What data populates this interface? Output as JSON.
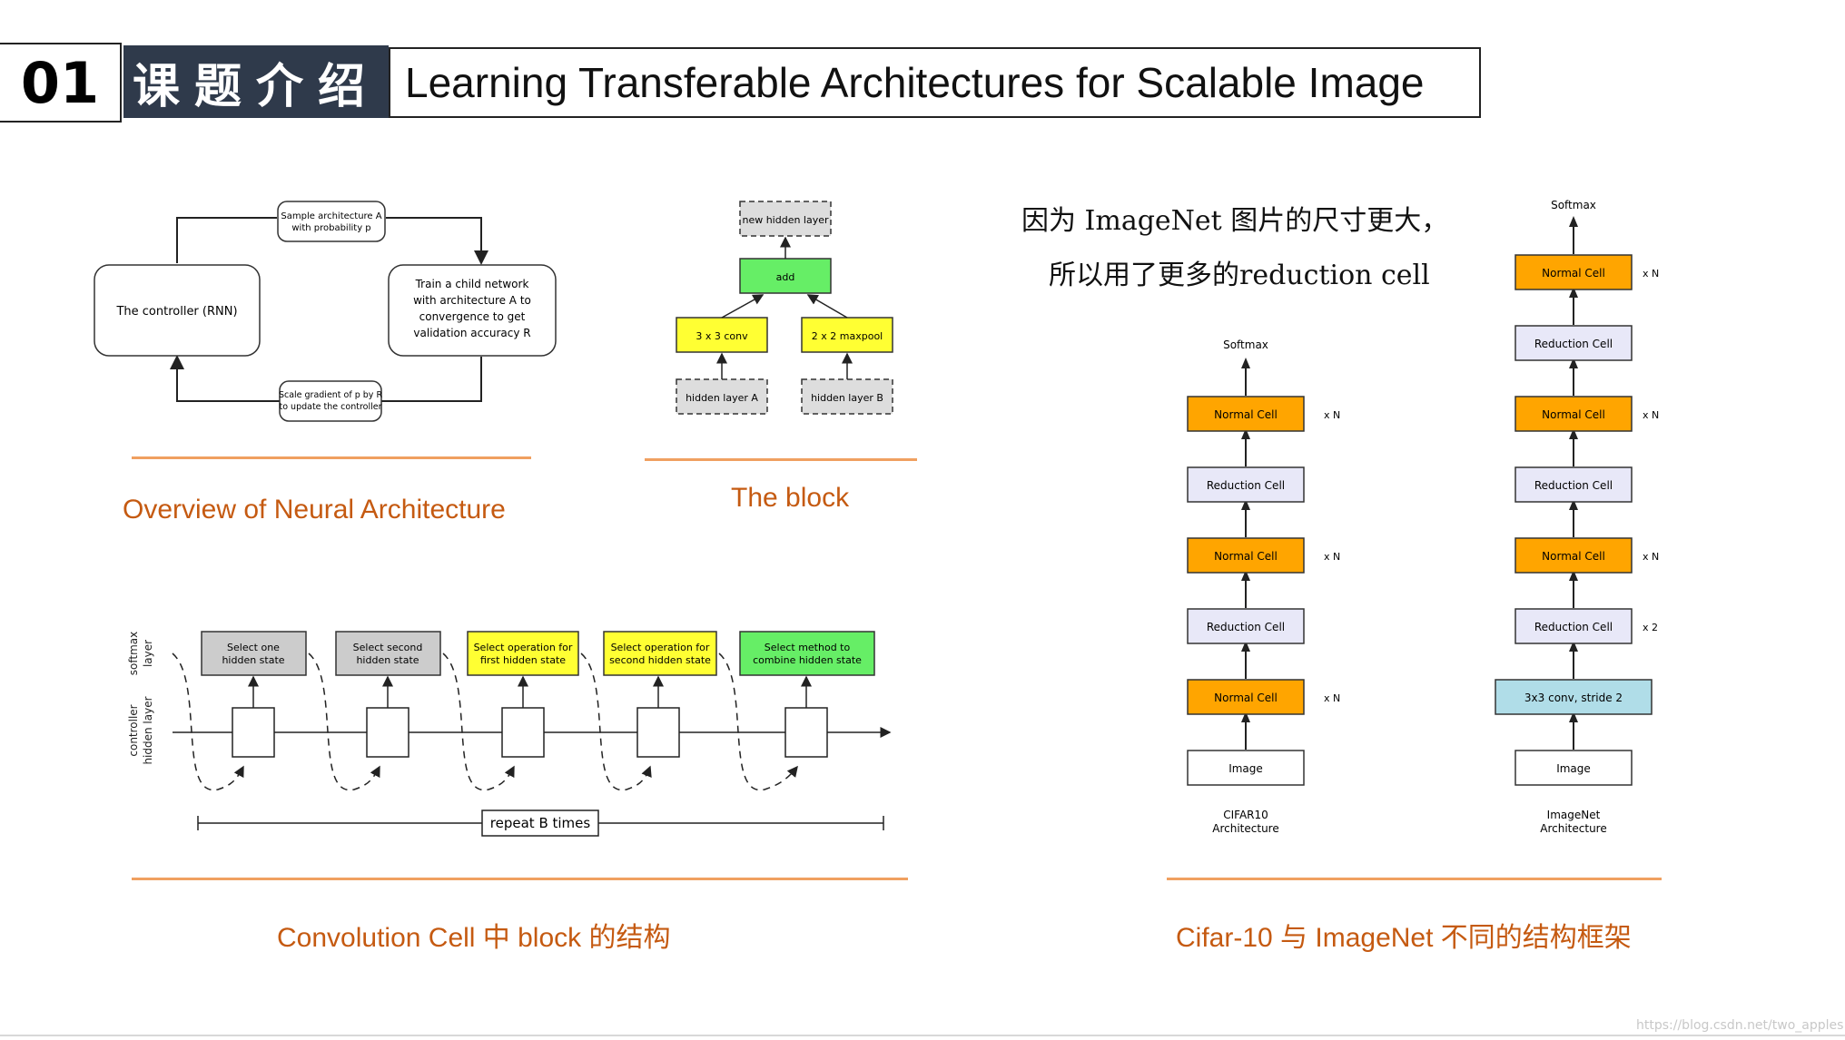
{
  "header": {
    "number": "01",
    "section": "课题介绍",
    "title": "Learning Transferable Architectures for Scalable Image"
  },
  "nas_overview": {
    "controller": "The controller (RNN)",
    "sample_1": "Sample architecture A",
    "sample_2": "with probability p",
    "train_1": "Train a child network",
    "train_2": "with architecture A to",
    "train_3": "convergence to get",
    "train_4": "validation accuracy R",
    "scale_1": "Scale gradient of p by R",
    "scale_2": "to update the controller",
    "caption": "Overview of Neural Architecture"
  },
  "block": {
    "new_hidden": "new hidden layer",
    "add": "add",
    "conv": "3 x 3 conv",
    "maxpool": "2 x 2 maxpool",
    "hidden_a": "hidden layer A",
    "hidden_b": "hidden layer B",
    "caption": "The block"
  },
  "conv_cell": {
    "softmax_label_1": "softmax",
    "softmax_label_2": "layer",
    "controller_label_1": "controller",
    "controller_label_2": "hidden layer",
    "step1_1": "Select one",
    "step1_2": "hidden state",
    "step2_1": "Select second",
    "step2_2": "hidden state",
    "step3_1": "Select operation for",
    "step3_2": "first hidden state",
    "step4_1": "Select operation for",
    "step4_2": "second hidden state",
    "step5_1": "Select method to",
    "step5_2": "combine hidden state",
    "repeat": "repeat B times",
    "caption": "Convolution Cell 中 block 的结构"
  },
  "arch": {
    "note_1": "因为 ImageNet 图片的尺寸更大，",
    "note_2": "所以用了更多的reduction cell",
    "softmax": "Softmax",
    "normal": "Normal Cell",
    "reduction": "Reduction Cell",
    "image": "Image",
    "stem": "3x3 conv, stride 2",
    "xn": "x N",
    "x2": "x 2",
    "cifar_1": "CIFAR10",
    "cifar_2": "Architecture",
    "imagenet_1": "ImageNet",
    "imagenet_2": "Architecture",
    "caption": "Cifar-10 与 ImageNet 不同的结构框架"
  },
  "colors": {
    "header_bg": "#2f3a4b",
    "caption": "#c55a11",
    "normal_cell": "#ffa500",
    "reduction_cell": "#e8e8f8",
    "stem": "#b0dde8",
    "yellow": "#ffff33",
    "green": "#66ee66",
    "gray": "#cccccc"
  },
  "watermark": "https://blog.csdn.net/two_apples"
}
